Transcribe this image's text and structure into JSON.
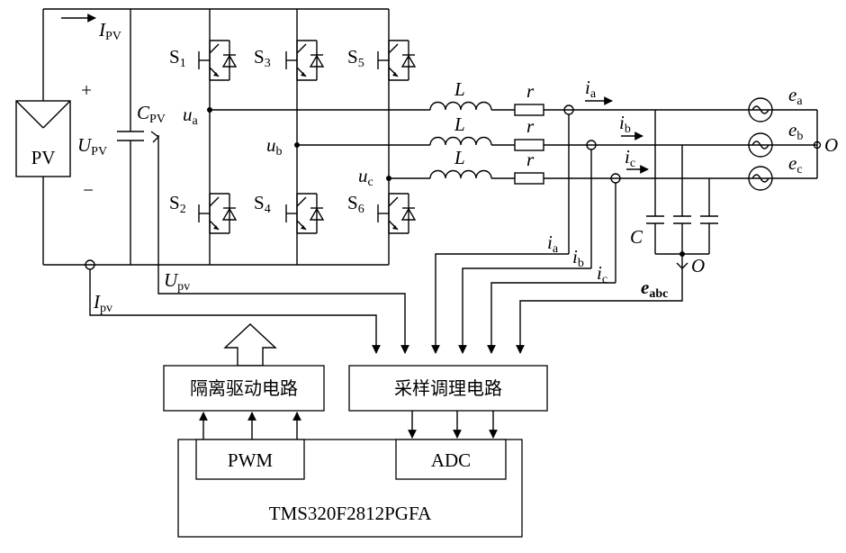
{
  "pv": {
    "label": "PV",
    "plus": "+",
    "minus": "−"
  },
  "labels": {
    "I_pv_top": "I",
    "I_pv_top_sub": "PV",
    "U_pv": "U",
    "U_pv_sub": "PV",
    "C_pv": "C",
    "C_pv_sub": "PV",
    "U_pv_meas": "U",
    "U_pv_meas_sub": "pv",
    "I_pv_meas": "I",
    "I_pv_meas_sub": "pv",
    "L": "L",
    "r": "r",
    "C": "C",
    "O": "O",
    "u": "u",
    "ua_sub": "a",
    "ub_sub": "b",
    "uc_sub": "c",
    "i": "i",
    "e": "e",
    "a": "a",
    "b": "b",
    "c": "c",
    "e_abc": "e",
    "e_abc_sub_a": "a",
    "e_abc_sub_bc": "bc"
  },
  "switches": [
    {
      "label": "S",
      "sub": "1"
    },
    {
      "label": "S",
      "sub": "3"
    },
    {
      "label": "S",
      "sub": "5"
    },
    {
      "label": "S",
      "sub": "2"
    },
    {
      "label": "S",
      "sub": "4"
    },
    {
      "label": "S",
      "sub": "6"
    }
  ],
  "blocks": {
    "isolation_drive": "隔离驱动电路",
    "sampling": "采样调理电路",
    "pwm": "PWM",
    "adc": "ADC",
    "dsp": "TMS320F2812PGFA"
  }
}
